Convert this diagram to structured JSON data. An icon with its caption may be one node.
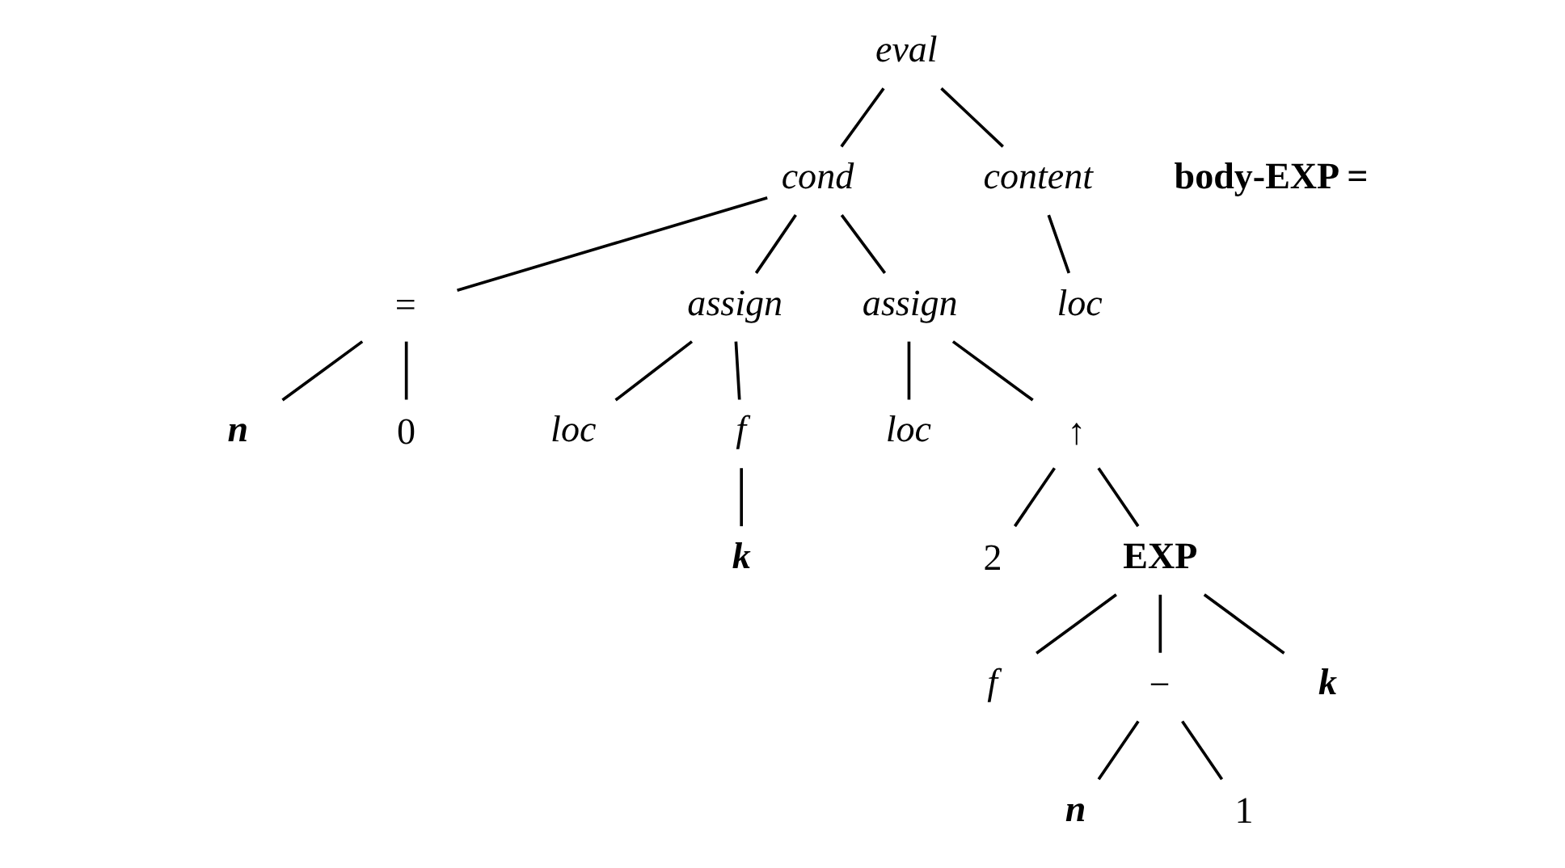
{
  "diagram": {
    "nodes": [
      {
        "text": [
          "eval"
        ]
      },
      {
        "text": [
          "cond"
        ]
      },
      {
        "text": [
          "content"
        ]
      },
      {
        "text": [
          "loc"
        ]
      },
      {
        "text": [
          "="
        ]
      },
      {
        "text": [
          "assign"
        ]
      },
      {
        "text": [
          "assign"
        ]
      },
      {
        "text": [
          "n"
        ]
      },
      {
        "text": [
          "0"
        ]
      },
      {
        "text": [
          "loc"
        ]
      },
      {
        "text": [
          "f"
        ]
      },
      {
        "text": [
          "loc"
        ]
      },
      {
        "text": [
          "↑"
        ]
      },
      {
        "text": [
          "k"
        ]
      },
      {
        "text": [
          "2"
        ]
      },
      {
        "text": [
          "EXP"
        ]
      },
      {
        "text": [
          "f"
        ]
      },
      {
        "text": [
          "−"
        ]
      },
      {
        "text": [
          "k"
        ]
      },
      {
        "text": [
          "n"
        ]
      },
      {
        "text": [
          "1"
        ]
      }
    ],
    "edges": [
      {
        "from": 0,
        "to": 1,
        "arrow": "none"
      },
      {
        "from": 0,
        "to": 2,
        "arrow": "none"
      },
      {
        "from": 2,
        "to": 3,
        "arrow": "none"
      },
      {
        "from": 1,
        "to": 4,
        "arrow": "none"
      },
      {
        "from": 1,
        "to": 5,
        "arrow": "none"
      },
      {
        "from": 1,
        "to": 6,
        "arrow": "none"
      },
      {
        "from": 4,
        "to": 7,
        "arrow": "none"
      },
      {
        "from": 4,
        "to": 8,
        "arrow": "none"
      },
      {
        "from": 5,
        "to": 9,
        "arrow": "none"
      },
      {
        "from": 5,
        "to": 10,
        "arrow": "none"
      },
      {
        "from": 10,
        "to": 13,
        "arrow": "none"
      },
      {
        "from": 6,
        "to": 11,
        "arrow": "none"
      },
      {
        "from": 6,
        "to": 12,
        "arrow": "none"
      },
      {
        "from": 12,
        "to": 14,
        "arrow": "none"
      },
      {
        "from": 12,
        "to": 15,
        "arrow": "none"
      },
      {
        "from": 15,
        "to": 16,
        "arrow": "none"
      },
      {
        "from": 15,
        "to": 17,
        "arrow": "none"
      },
      {
        "from": 15,
        "to": 18,
        "arrow": "none"
      },
      {
        "from": 17,
        "to": 19,
        "arrow": "none"
      },
      {
        "from": 17,
        "to": 20,
        "arrow": "none"
      }
    ],
    "labels": [
      "body-EXP ="
    ]
  }
}
